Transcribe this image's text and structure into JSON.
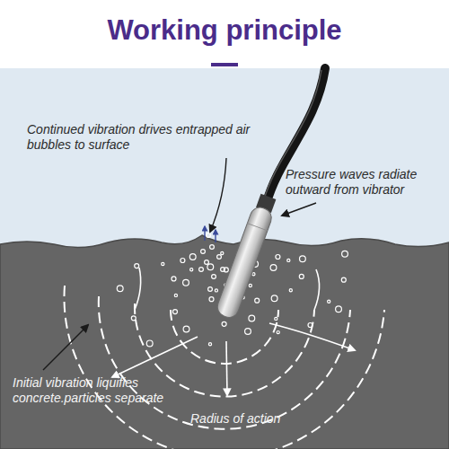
{
  "diagram": {
    "title": "Working principle",
    "labels": [
      "Continued vibration drives entrapped air bubbles to surface",
      "Pressure waves radiate outward from vibrator",
      "Initial vibration liquifies concrete.particles separate",
      "Radius of action"
    ]
  }
}
